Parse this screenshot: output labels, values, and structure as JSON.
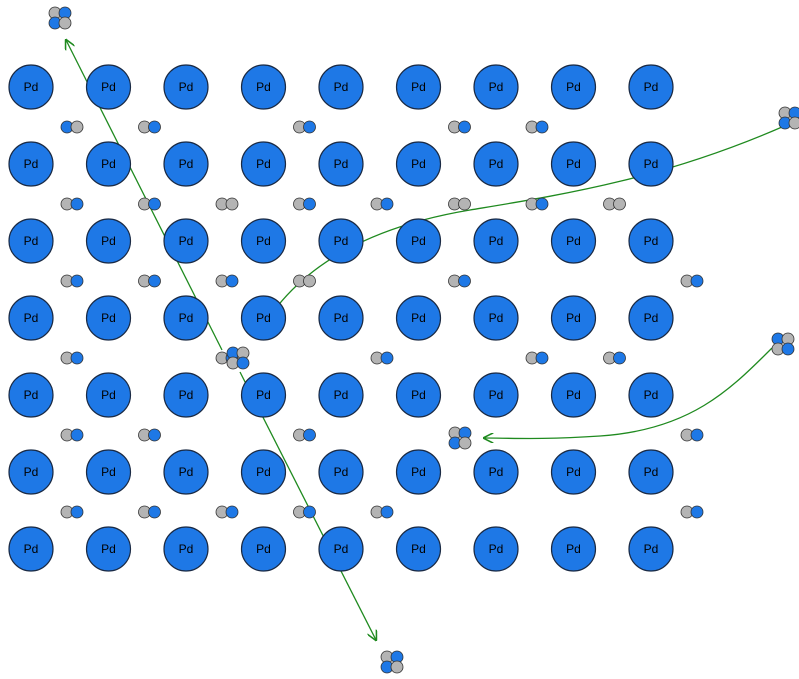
{
  "lattice": {
    "atom_label": "Pd",
    "rows": 7,
    "cols": 9
  },
  "colors": {
    "pd_fill": "#1e78e6",
    "pd_stroke": "#1a2a44",
    "hydrogen_blue": "#1e78e6",
    "hydrogen_gray": "#b4b4b4",
    "arrow": "#1f8a1f"
  },
  "interstitials": {
    "pattern": [
      [
        "bg",
        "gb",
        "",
        "gb",
        "",
        "gb",
        "gb",
        "",
        ""
      ],
      [
        "gb",
        "gb",
        "gg",
        "gb",
        "gb",
        "gg",
        "gb",
        "gg",
        ""
      ],
      [
        "gb",
        "gb",
        "gb",
        "gg",
        "",
        "gb",
        "",
        "",
        "gb"
      ],
      [
        "gb",
        "",
        "gb",
        "",
        "gb",
        "",
        "gb",
        "gb",
        ""
      ],
      [
        "gb",
        "gb",
        "",
        "gb",
        "",
        "",
        "",
        "",
        "gb"
      ],
      [
        "gb",
        "gb",
        "gb",
        "gb",
        "gb",
        "",
        "",
        "",
        "gb"
      ]
    ]
  },
  "molecules": [
    "dihydrogen-top-left",
    "dihydrogen-top-right",
    "dihydrogen-mid-right",
    "dihydrogen-center-lattice",
    "dihydrogen-bottom",
    "dihydrogen-lower-middle"
  ],
  "arrows": [
    "diffusion-path-diagonal",
    "diffusion-path-upper-right",
    "diffusion-path-mid-right"
  ]
}
